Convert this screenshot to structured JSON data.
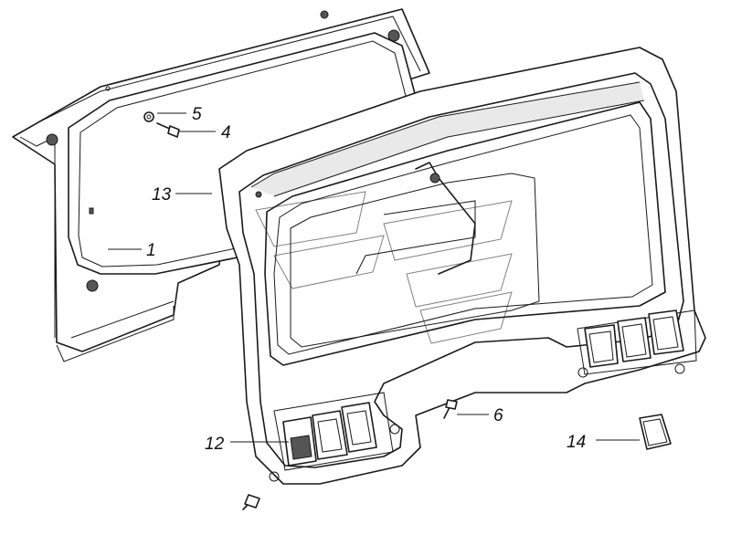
{
  "callouts": [
    {
      "id": "c1",
      "label": "1"
    },
    {
      "id": "c4",
      "label": "4"
    },
    {
      "id": "c5",
      "label": "5"
    },
    {
      "id": "c6",
      "label": "6"
    },
    {
      "id": "c12",
      "label": "12"
    },
    {
      "id": "c13",
      "label": "13"
    },
    {
      "id": "c14",
      "label": "14"
    }
  ]
}
